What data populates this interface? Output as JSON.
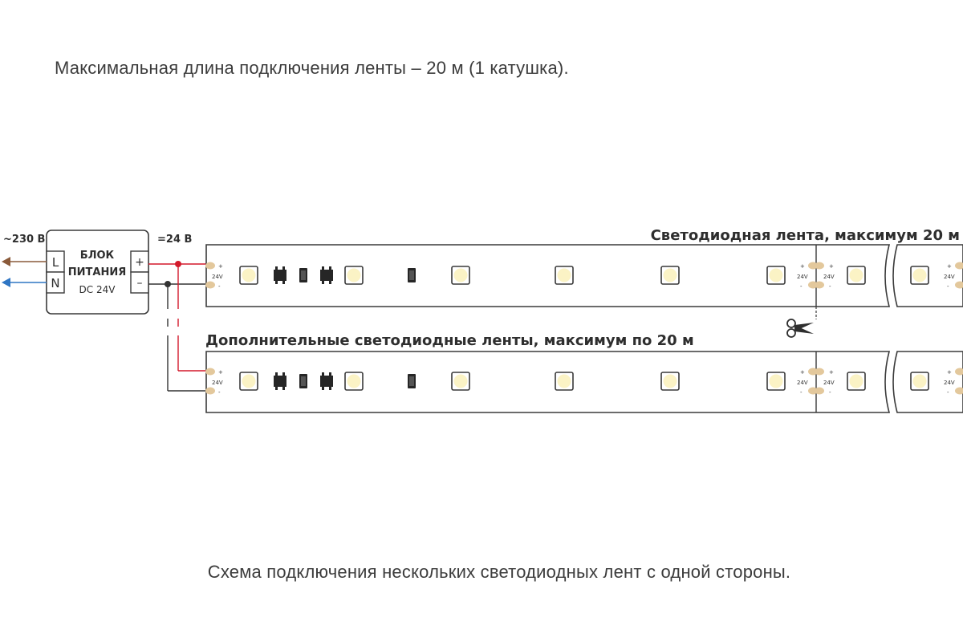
{
  "captions": {
    "top": "Максимальная длина подключения ленты – 20 м (1 катушка).",
    "bottom": "Схема подключения нескольких светодиодных лент с одной стороны."
  },
  "power_supply": {
    "input_voltage": "~230 В",
    "title_line1": "БЛОК",
    "title_line2": "ПИТАНИЯ",
    "model": "DC 24V",
    "terminal_l": "L",
    "terminal_n": "N",
    "terminal_plus": "+",
    "terminal_minus": "–",
    "output_voltage": "=24 В"
  },
  "strips": {
    "main_label": "Светодиодная лента, максимум 20 м",
    "extra_label": "Дополнительные светодиодные ленты, максимум по 20 м",
    "pad_voltage": "24V",
    "pad_plus": "+",
    "pad_minus": "-"
  },
  "colors": {
    "live_wire": "#8a5a3a",
    "neutral_wire": "#2f76c4",
    "positive_wire": "#d3192b",
    "negative_wire": "#333333",
    "led": "#fbf3c5",
    "pad": "#e3c89c"
  },
  "icons": {
    "cut": "scissors-icon"
  }
}
